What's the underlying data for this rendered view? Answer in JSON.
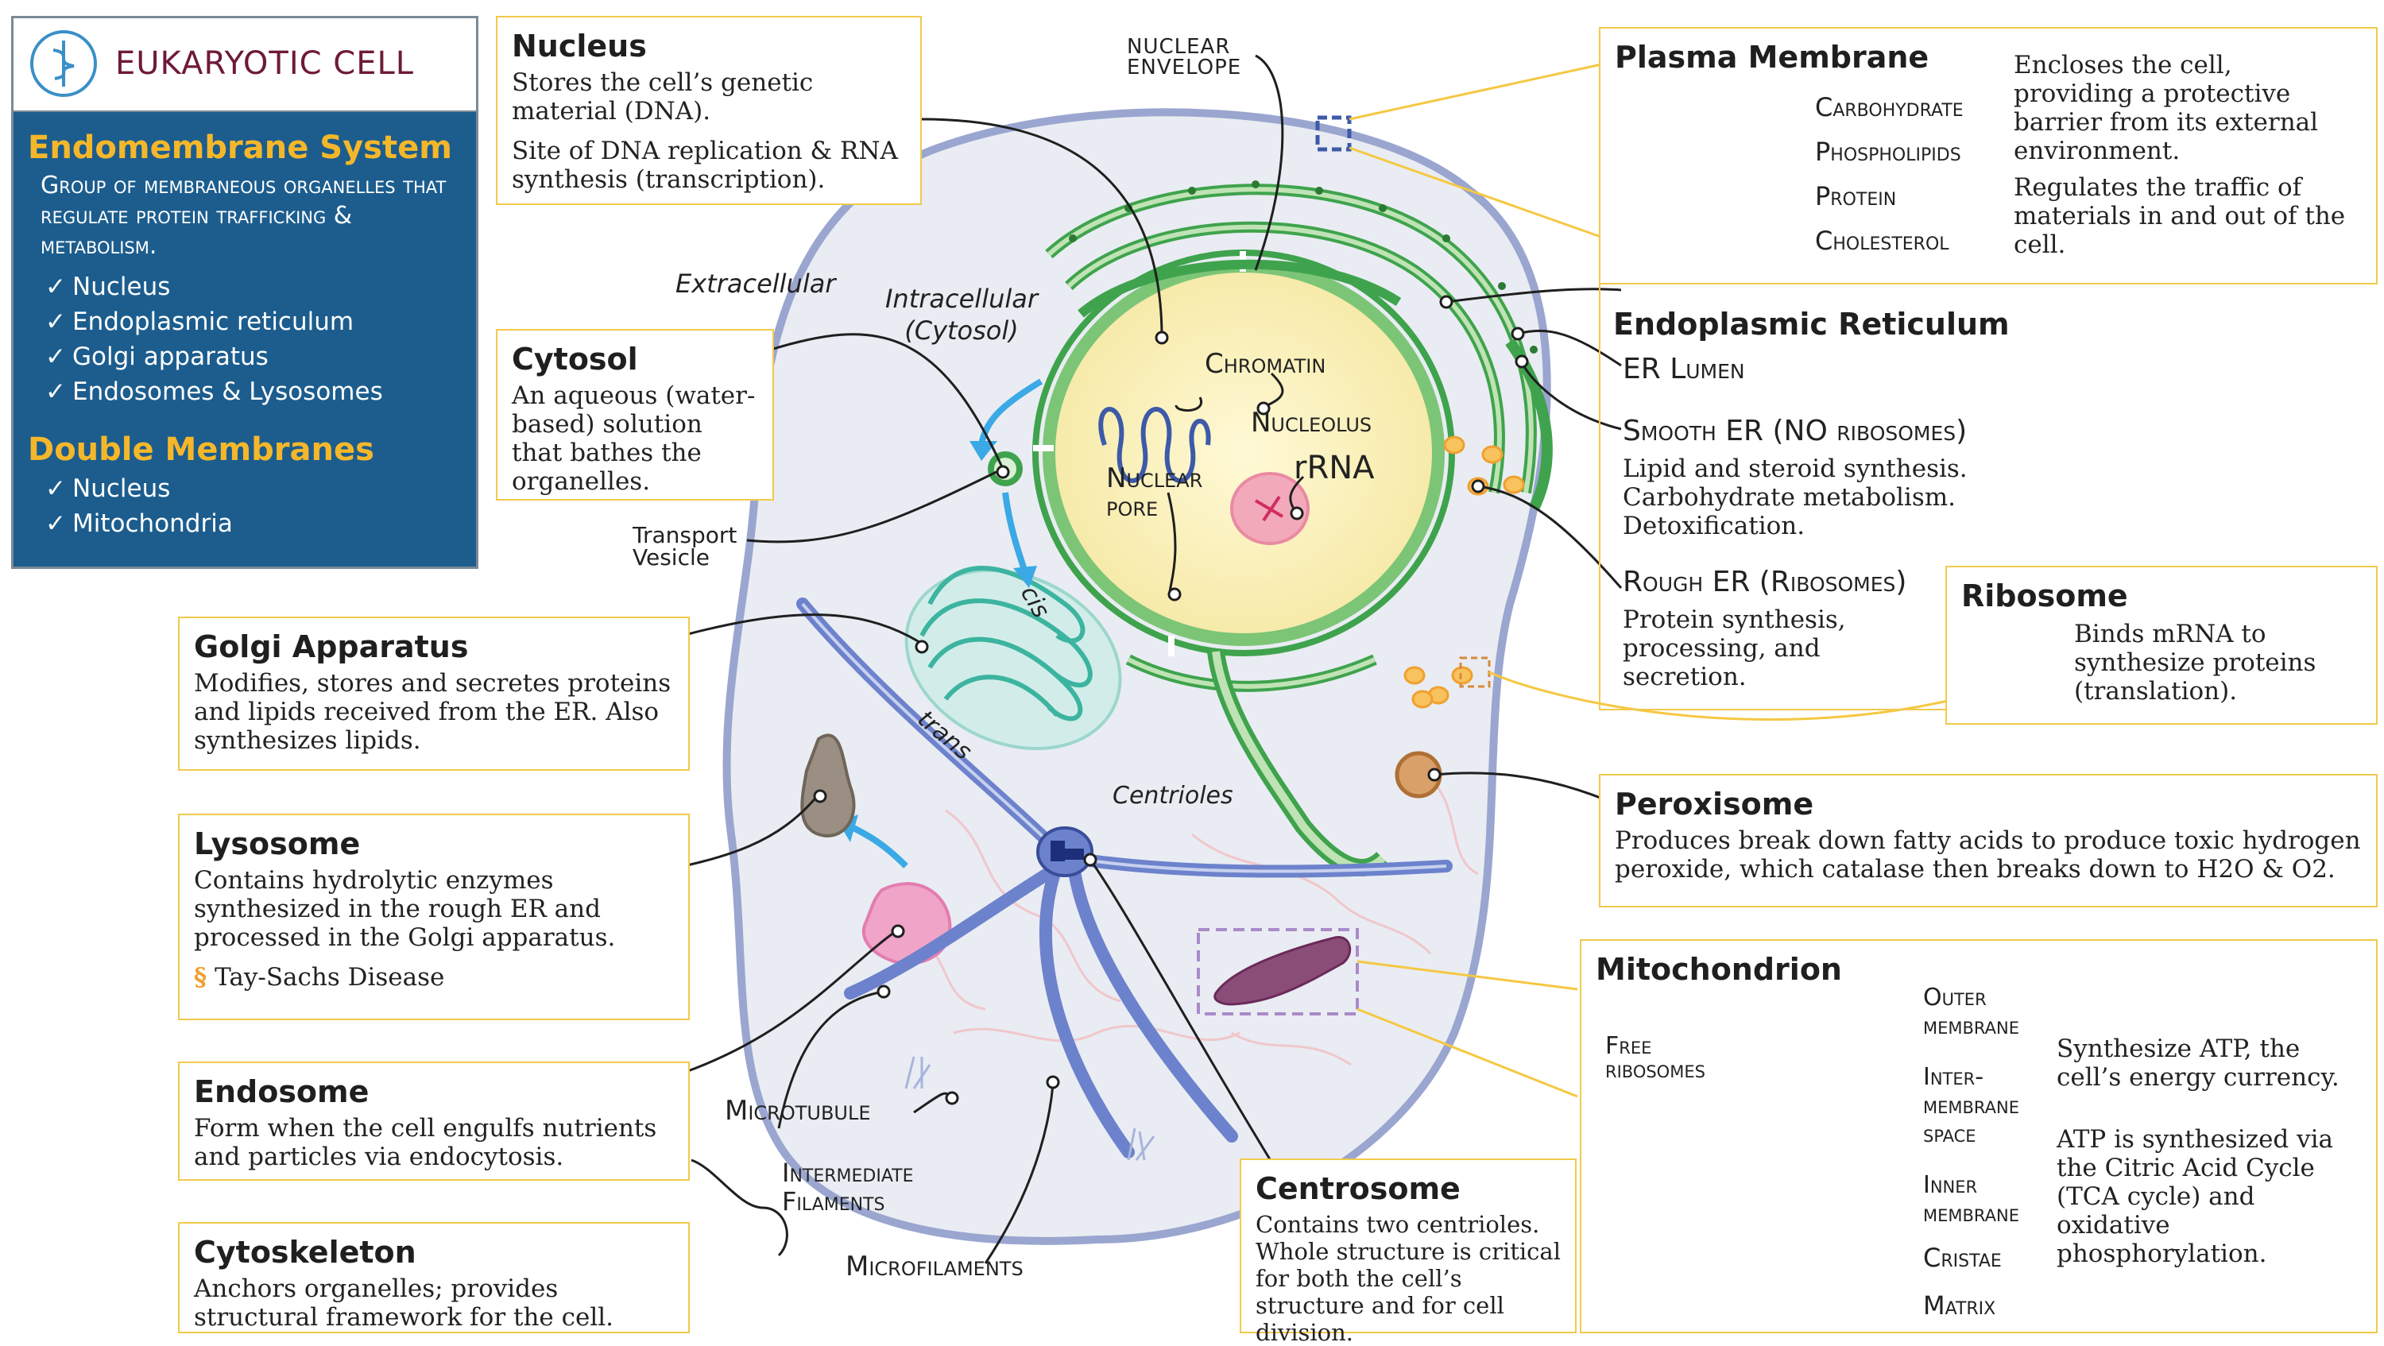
{
  "sidebar": {
    "title": "EUKARYOTIC CELL",
    "section1_title": "Endomembrane System",
    "section1_desc": "Group of membraneous organelles that regulate protein trafficking & metabolism.",
    "section1_items": [
      "Nucleus",
      "Endoplasmic reticulum",
      "Golgi apparatus",
      "Endosomes & Lysosomes"
    ],
    "section2_title": "Double Membranes",
    "section2_items": [
      "Nucleus",
      "Mitochondria"
    ]
  },
  "boxes": {
    "nucleus": {
      "title": "Nucleus",
      "p1": "Stores the cell’s genetic material (DNA).",
      "p2": "Site of DNA replication & RNA synthesis (transcription)."
    },
    "cytosol": {
      "title": "Cytosol",
      "p1": "An aqueous (water-based) solution that bathes the organelles."
    },
    "golgi": {
      "title": "Golgi Apparatus",
      "p1": "Modifies, stores and secretes proteins and lipids received from the ER. Also synthesizes lipids."
    },
    "lysosome": {
      "title": "Lysosome",
      "p1": "Contains hydrolytic enzymes synthesized in the rough ER and processed in the Golgi apparatus.",
      "disease": "Tay-Sachs Disease"
    },
    "endosome": {
      "title": "Endosome",
      "p1": "Form when the cell engulfs nutrients and particles via endocytosis."
    },
    "cytoskeleton": {
      "title": "Cytoskeleton",
      "p1": "Anchors organelles; provides structural framework  for the cell."
    },
    "centrosome": {
      "title": "Centrosome",
      "p1": "Contains two centrioles. Whole structure is critical for both the cell’s structure and for cell division."
    },
    "plasma": {
      "title": "Plasma Membrane",
      "p1": "Encloses the cell, providing a protective barrier from its external environment.",
      "p2": "Regulates the traffic of materials in and out of the cell.",
      "labels": [
        "Carbohydrate",
        "Phospholipids",
        "Protein",
        "Cholesterol"
      ]
    },
    "er": {
      "title": "Endoplasmic Reticulum",
      "lumen": "ER Lumen",
      "smooth_title": "Smooth ER (NO ribosomes)",
      "smooth_desc": "Lipid and steroid synthesis. Carbohydrate metabolism. Detoxification.",
      "rough_title": "Rough ER (Ribosomes)",
      "rough_desc": "Protein synthesis, processing, and secretion."
    },
    "ribosome": {
      "title": "Ribosome",
      "p1": "Binds mRNA to synthesize proteins (translation)."
    },
    "peroxisome": {
      "title": "Peroxisome",
      "p1": "Produces break down fatty acids to produce toxic hydrogen peroxide, which catalase then breaks down to H2O & O2."
    },
    "mito": {
      "title": "Mitochondrion",
      "p1": "Synthesize ATP, the cell’s energy currency.",
      "p2": "ATP is synthesized via the Citric Acid Cycle  (TCA cycle) and oxidative phosphorylation.",
      "free_ribosomes": "Free ribosomes",
      "outer": "Outer membrane",
      "inter": "Inter- membrane space",
      "inner": "Inner membrane",
      "cristae": "Cristae",
      "matrix": "Matrix"
    }
  },
  "diagram": {
    "nuclear_envelope": "NUCLEAR ENVELOPE",
    "extracellular": "Extracellular",
    "intracellular": "Intracellular (Cytosol)",
    "chromatin": "Chromatin",
    "nucleolus": "Nucleolus",
    "rrna": "rRNA",
    "nuclear_pore": "Nuclear pore",
    "transport_vesicle": "Transport Vesicle",
    "cis": "cis",
    "trans": "trans",
    "centrioles": "Centrioles",
    "microtubule": "Microtubule",
    "intermediate": "Intermediate Filaments",
    "microfilaments": "Microfilaments"
  },
  "colors": {
    "sidebar_bg": "#1c5d8e",
    "accent_gold": "#f5b72a",
    "box_border": "#f2c94c",
    "er_green": "#3fa34d",
    "mito_purple": "#6a1b5c"
  }
}
